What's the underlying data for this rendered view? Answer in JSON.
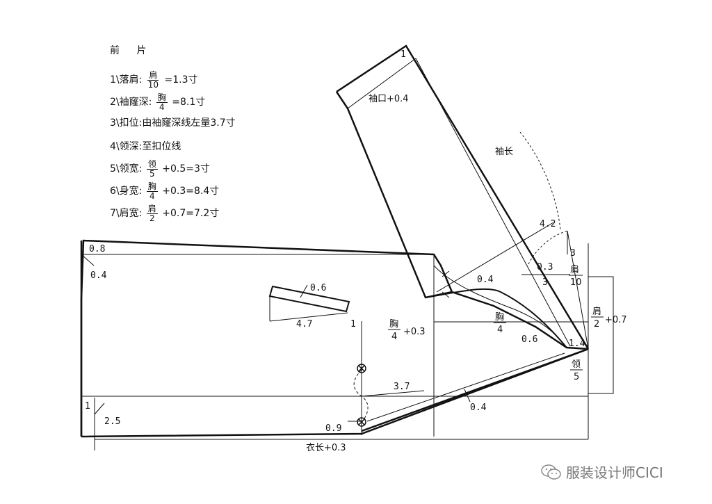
{
  "notes": {
    "title": "前 片",
    "items": [
      {
        "pre": "1\\落肩:",
        "num": "肩",
        "den": "10",
        "post": "=1.3寸"
      },
      {
        "pre": "2\\袖窿深:",
        "num": "胸",
        "den": "4",
        "post": "=8.1寸"
      },
      {
        "pre": "3\\扣位:由袖窿深线左量3.7寸",
        "num": "",
        "den": "",
        "post": ""
      },
      {
        "pre": "4\\领深:至扣位线",
        "num": "",
        "den": "",
        "post": ""
      },
      {
        "pre": "5\\领宽:",
        "num": "领",
        "den": "5",
        "post": "+0.5=3寸"
      },
      {
        "pre": "6\\身宽:",
        "num": "胸",
        "den": "4",
        "post": "+0.3=8.4寸"
      },
      {
        "pre": "7\\肩宽:",
        "num": "肩",
        "den": "2",
        "post": "+0.7=7.2寸"
      }
    ]
  },
  "labels": {
    "d08": "0.8",
    "d04a": "0.4",
    "d06": "0.6",
    "d47": "4.7",
    "d1a": "1",
    "d37": "3.7",
    "d09": "0.9",
    "d1b": "1",
    "d25": "2.5",
    "d04b": "0.4",
    "d04c": "0.4",
    "d06b": "0.6",
    "d14": "1.4",
    "d42": "4.2",
    "d03": "0.3",
    "d3a": "3",
    "d3b": "3",
    "d1c": "1",
    "cuff": "袖口+0.4",
    "sleeve_len": "袖长",
    "garment_len": "衣长+0.3",
    "chest_num": "胸",
    "chest_den": "4",
    "chest_plus": "+0.3",
    "chest2_num": "胸",
    "chest2_den": "4",
    "collar_num": "领",
    "collar_den": "5",
    "shoulder_num": "肩",
    "shoulder_den": "10",
    "shoulder2_num": "肩",
    "shoulder2_den": "2",
    "shoulder2_plus": "+0.7"
  },
  "watermark": {
    "text": "服装设计师CICI",
    "icon": "wechat-icon"
  }
}
